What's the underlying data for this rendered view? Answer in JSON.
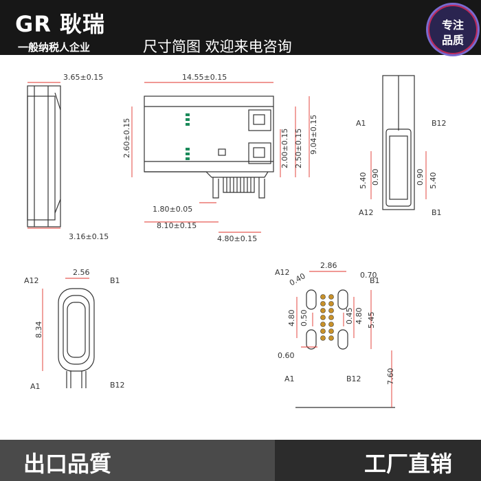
{
  "header": {
    "brand": "GR 耿瑞",
    "tagline": "一般纳税人企业",
    "slogan": "尺寸简图 欢迎来电咨询",
    "badge": {
      "line1": "专注",
      "line2": "品质"
    }
  },
  "footer": {
    "left": "出口品質",
    "right": "工厂直销"
  },
  "dims": {
    "side_top": "3.65±0.15",
    "side_bottom": "3.16±0.15",
    "top_width": "14.55±0.15",
    "top_height_left": "2.60±0.15",
    "top_v1": "2.00±0.15",
    "top_v2": "2.50±0.15",
    "top_v3": "9.04±0.15",
    "top_h1": "1.80±0.05",
    "top_h2": "8.10±0.15",
    "top_h3": "4.80±0.15",
    "rv_a1": "A1",
    "rv_b12": "B12",
    "rv_a12": "A12",
    "rv_b1": "B1",
    "rv_540a": "5.40",
    "rv_090a": "0.90",
    "rv_090b": "0.90",
    "rv_540b": "5.40",
    "fv_width": "2.56",
    "fv_a12": "A12",
    "fv_b1": "B1",
    "fv_height": "8.34",
    "fv_a1": "A1",
    "fv_b12": "B12",
    "fp_286": "2.86",
    "fp_a12": "A12",
    "fp_040": "0.40",
    "fp_070": "0.70",
    "fp_b1": "B1",
    "fp_480a": "4.80",
    "fp_050": "0.50",
    "fp_045": "0.45",
    "fp_480b": "4.80",
    "fp_545": "5.45",
    "fp_060": "0.60",
    "fp_a1": "A1",
    "fp_b12": "B12",
    "fp_760": "7.60"
  },
  "colors": {
    "dimension": "#e0302a",
    "outline": "#333333",
    "pin": "#c8912a",
    "pad_green": "#1b8a5a"
  }
}
